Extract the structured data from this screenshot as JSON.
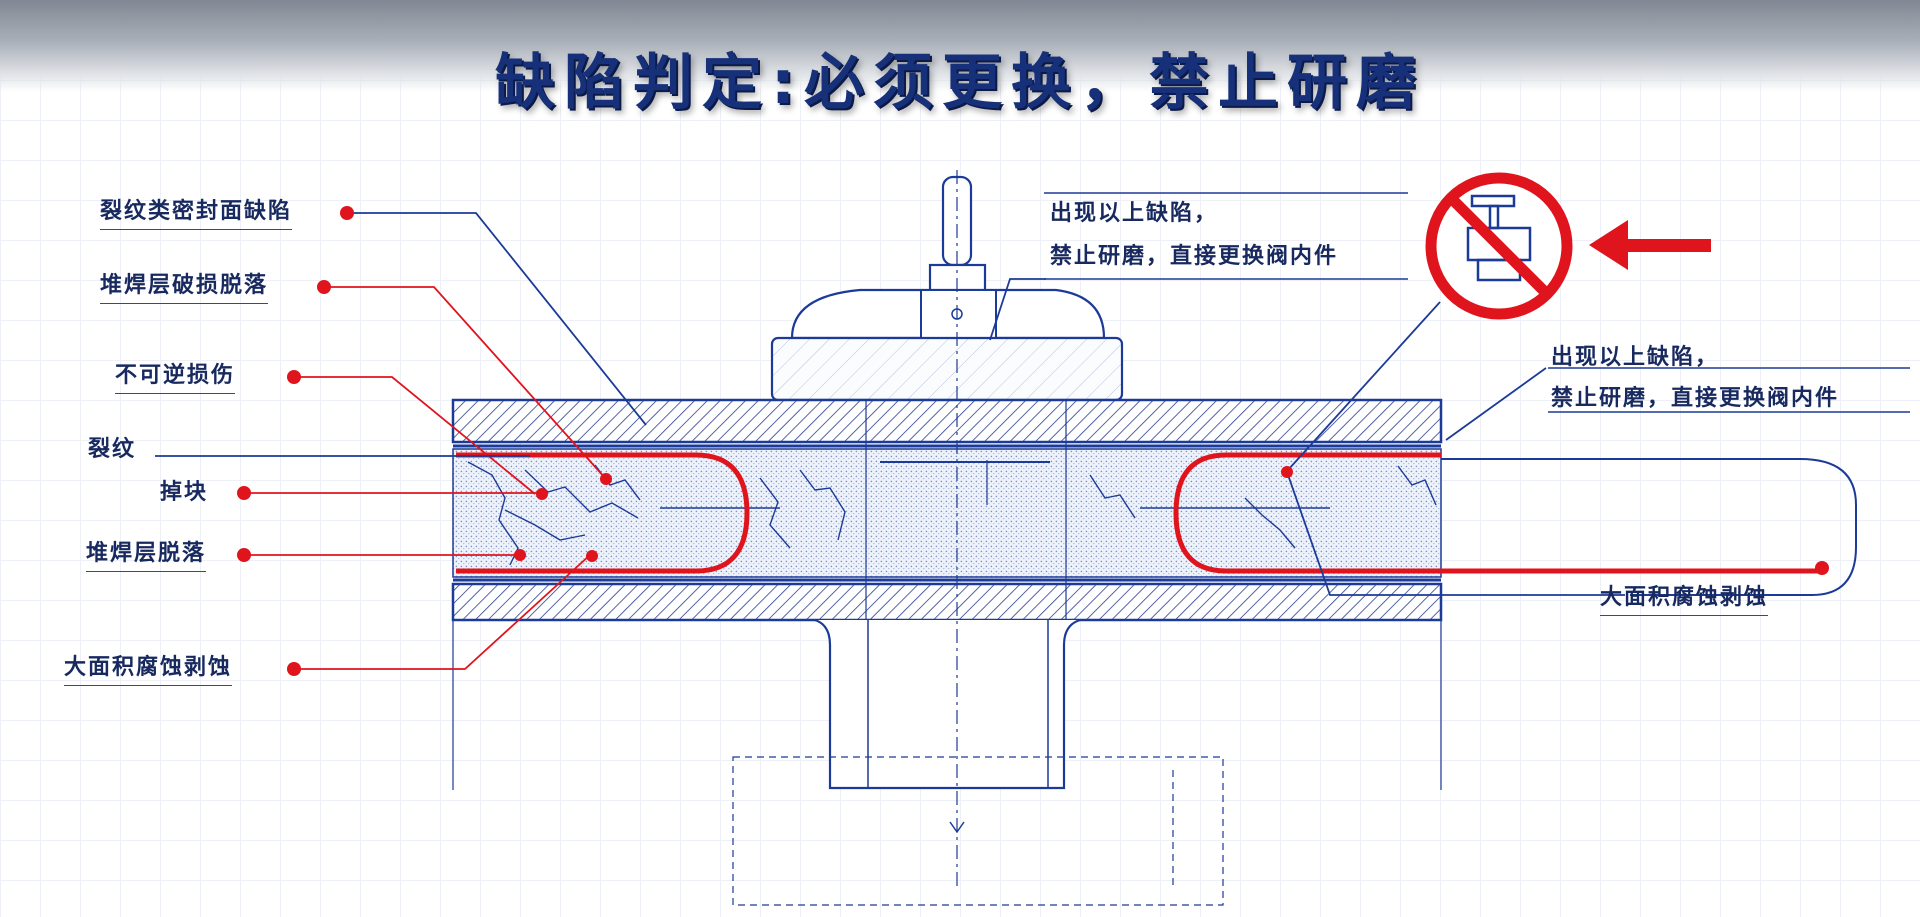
{
  "title": "缺陷判定:必须更换，禁止研磨",
  "labels": {
    "crack_seal_defect": "裂纹类密封面缺陷",
    "weld_damage_peel": "堆焊层破损脱落",
    "irreversible_damage": "不可逆损伤",
    "crack": "裂纹",
    "chipping": "掉块",
    "weld_peel": "堆焊层脱落",
    "corrosion_left": "大面积腐蚀剥蚀",
    "corrosion_right": "大面积腐蚀剥蚀"
  },
  "notes": {
    "center_line1": "出现以上缺陷，",
    "center_line2": "禁止研磨，直接更换阀内件",
    "right_line1": "出现以上缺陷，",
    "right_line2": "禁止研磨，直接更换阀内件"
  },
  "icons": {
    "prohibition": "no-grinding-prohibition-icon",
    "arrow": "left-arrow-icon"
  },
  "colors": {
    "title": "#17307a",
    "line_blue": "#1c3a98",
    "accent_red": "#e0141c",
    "label_text": "#17295f"
  }
}
